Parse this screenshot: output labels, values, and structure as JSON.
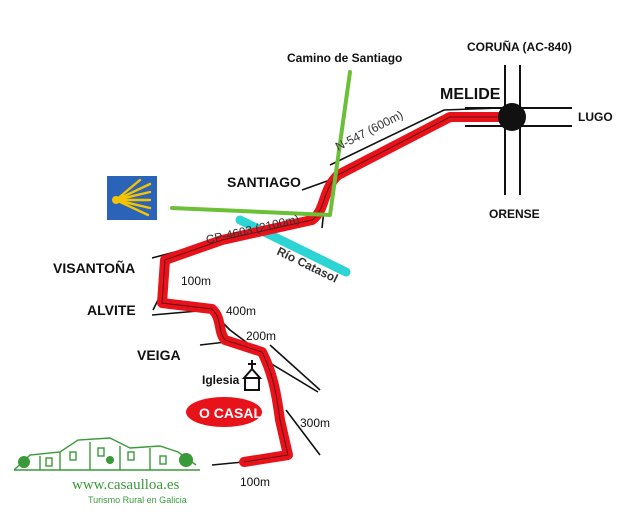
{
  "places": {
    "melide": "MELIDE",
    "coruna": "CORUÑA (AC-840)",
    "lugo": "LUGO",
    "orense": "ORENSE",
    "santiago": "SANTIAGO",
    "visantona": "VISANTOÑA",
    "alvite": "ALVITE",
    "veiga": "VEIGA",
    "iglesia": "Iglesia",
    "o_casal": "O CASAL"
  },
  "routes": {
    "camino": "Camino de Santiago",
    "n547": "N-547 (600m)",
    "cp4603": "CP-4603 (2100m)",
    "river": "Río Catasol"
  },
  "distances": {
    "d1": "100m",
    "d2": "400m",
    "d3": "200m",
    "d4": "300m",
    "d5": "100m"
  },
  "logo": {
    "site": "www.casaulloa.es",
    "tagline": "Turismo Rural en Galicia"
  },
  "colors": {
    "route": "#e8121b",
    "camino": "#6cc038",
    "river": "#2dd4d4",
    "shell_bg": "#2a63b8",
    "shell": "#f5c400",
    "destination_badge": "#e8121b",
    "logo": "#3a9a3a"
  }
}
